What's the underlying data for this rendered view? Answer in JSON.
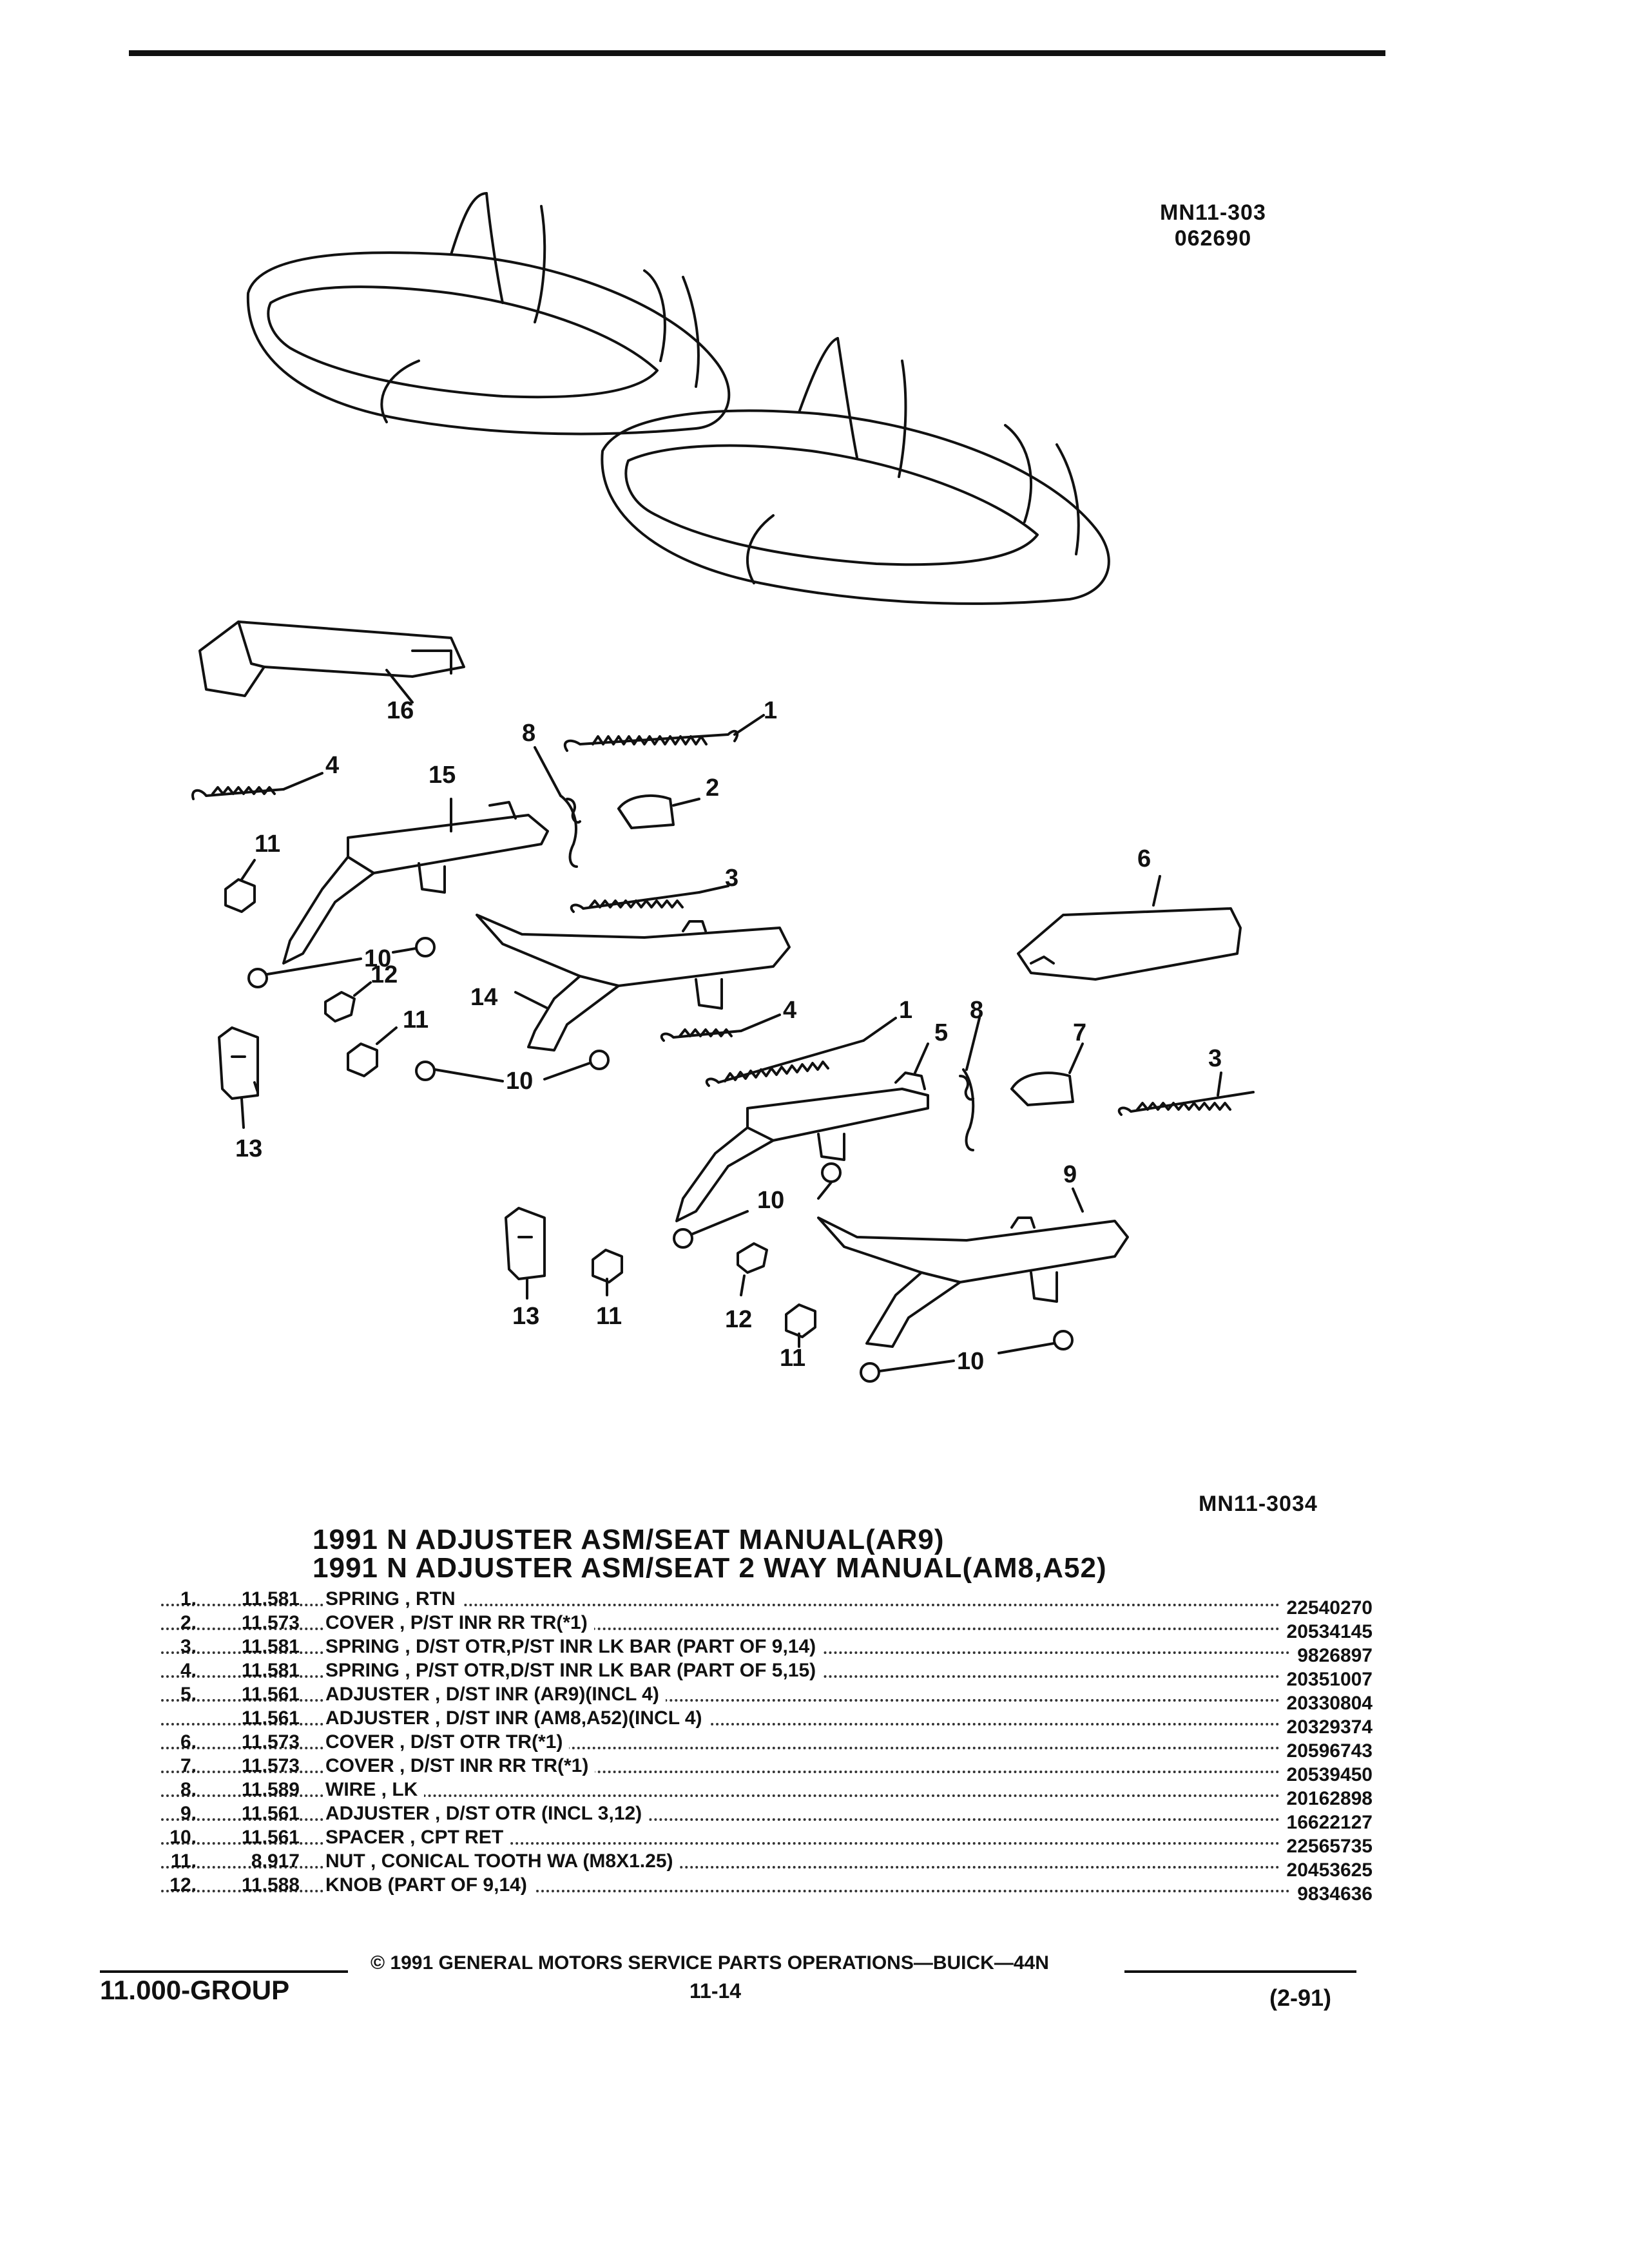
{
  "figure_codes": {
    "top_line1": "MN11-303",
    "top_line2": "062690",
    "bottom": "MN11-3034"
  },
  "callouts": [
    "16",
    "1",
    "8",
    "2",
    "4",
    "15",
    "11",
    "3",
    "6",
    "10",
    "12",
    "14",
    "4",
    "1",
    "8",
    "5",
    "7",
    "3",
    "11",
    "13",
    "10",
    "9",
    "13",
    "11",
    "12",
    "11",
    "10",
    "10"
  ],
  "titles": {
    "line1": "1991 N ADJUSTER ASM/SEAT MANUAL(AR9)",
    "line2": "1991 N ADJUSTER ASM/SEAT 2 WAY MANUAL(AM8,A52)"
  },
  "parts": [
    {
      "num": "1.",
      "group": "11.581",
      "desc": "SPRING , RTN",
      "pn": "22540270"
    },
    {
      "num": "2.",
      "group": "11.573",
      "desc": "COVER , P/ST INR RR TR(*1)",
      "pn": "20534145"
    },
    {
      "num": "3.",
      "group": "11.581",
      "desc": "SPRING , D/ST OTR,P/ST INR LK BAR (PART OF 9,14)",
      "pn": "9826897"
    },
    {
      "num": "4.",
      "group": "11.581",
      "desc": "SPRING , P/ST OTR,D/ST INR LK BAR (PART OF 5,15)",
      "pn": "20351007"
    },
    {
      "num": "5.",
      "group": "11.561",
      "desc": "ADJUSTER , D/ST INR (AR9)(INCL 4)",
      "pn": "20330804"
    },
    {
      "num": "",
      "group": "11.561",
      "desc": "ADJUSTER , D/ST INR (AM8,A52)(INCL 4)",
      "pn": "20329374"
    },
    {
      "num": "6.",
      "group": "11.573",
      "desc": "COVER , D/ST OTR TR(*1)",
      "pn": "20596743"
    },
    {
      "num": "7.",
      "group": "11.573",
      "desc": "COVER , D/ST INR RR TR(*1)",
      "pn": "20539450"
    },
    {
      "num": "8.",
      "group": "11.589",
      "desc": "WIRE , LK",
      "pn": "20162898"
    },
    {
      "num": "9.",
      "group": "11.561",
      "desc": "ADJUSTER , D/ST OTR (INCL 3,12)",
      "pn": "16622127"
    },
    {
      "num": "10.",
      "group": "11.561",
      "desc": "SPACER , CPT RET",
      "pn": "22565735"
    },
    {
      "num": "11.",
      "group": "8.917",
      "desc": "NUT , CONICAL TOOTH WA (M8X1.25)",
      "pn": "20453625"
    },
    {
      "num": "12.",
      "group": "11.588",
      "desc": "KNOB (PART OF 9,14)",
      "pn": "9834636"
    }
  ],
  "footer": {
    "group": "11.000-GROUP",
    "copyright": "© 1991 GENERAL MOTORS SERVICE PARTS OPERATIONS—BUICK—44N",
    "page": "11-14",
    "revision": "(2-91)"
  }
}
